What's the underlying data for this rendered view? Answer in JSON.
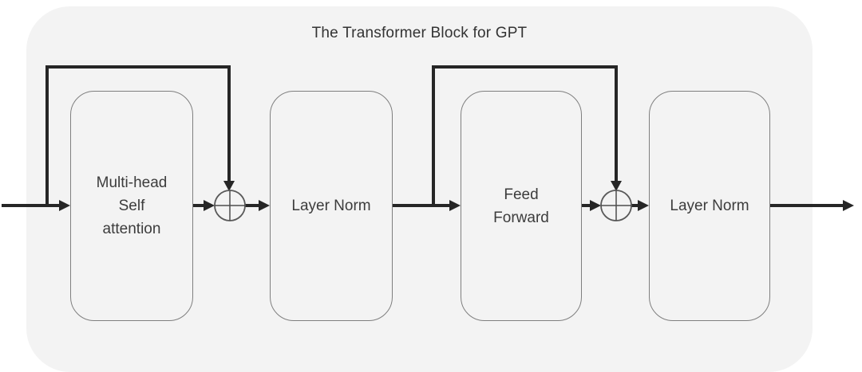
{
  "diagram": {
    "title": "The Transformer Block for GPT",
    "nodes": [
      {
        "id": "multi-head-self-attention",
        "label": "Multi-head\nSelf\nattention"
      },
      {
        "id": "layer-norm-1",
        "label": "Layer Norm"
      },
      {
        "id": "feed-forward",
        "label": "Feed\nForward"
      },
      {
        "id": "layer-norm-2",
        "label": "Layer Norm"
      }
    ],
    "operators": [
      {
        "id": "residual-add-1",
        "icon": "plus-circle-icon",
        "symbol": "⊕"
      },
      {
        "id": "residual-add-2",
        "icon": "plus-circle-icon",
        "symbol": "⊕"
      }
    ],
    "colors": {
      "canvas_background": "#ffffff",
      "panel_background": "#f3f3f3",
      "node_border": "#7f7f7f",
      "arrow": "#262626",
      "text": "#3c3c3c"
    }
  }
}
